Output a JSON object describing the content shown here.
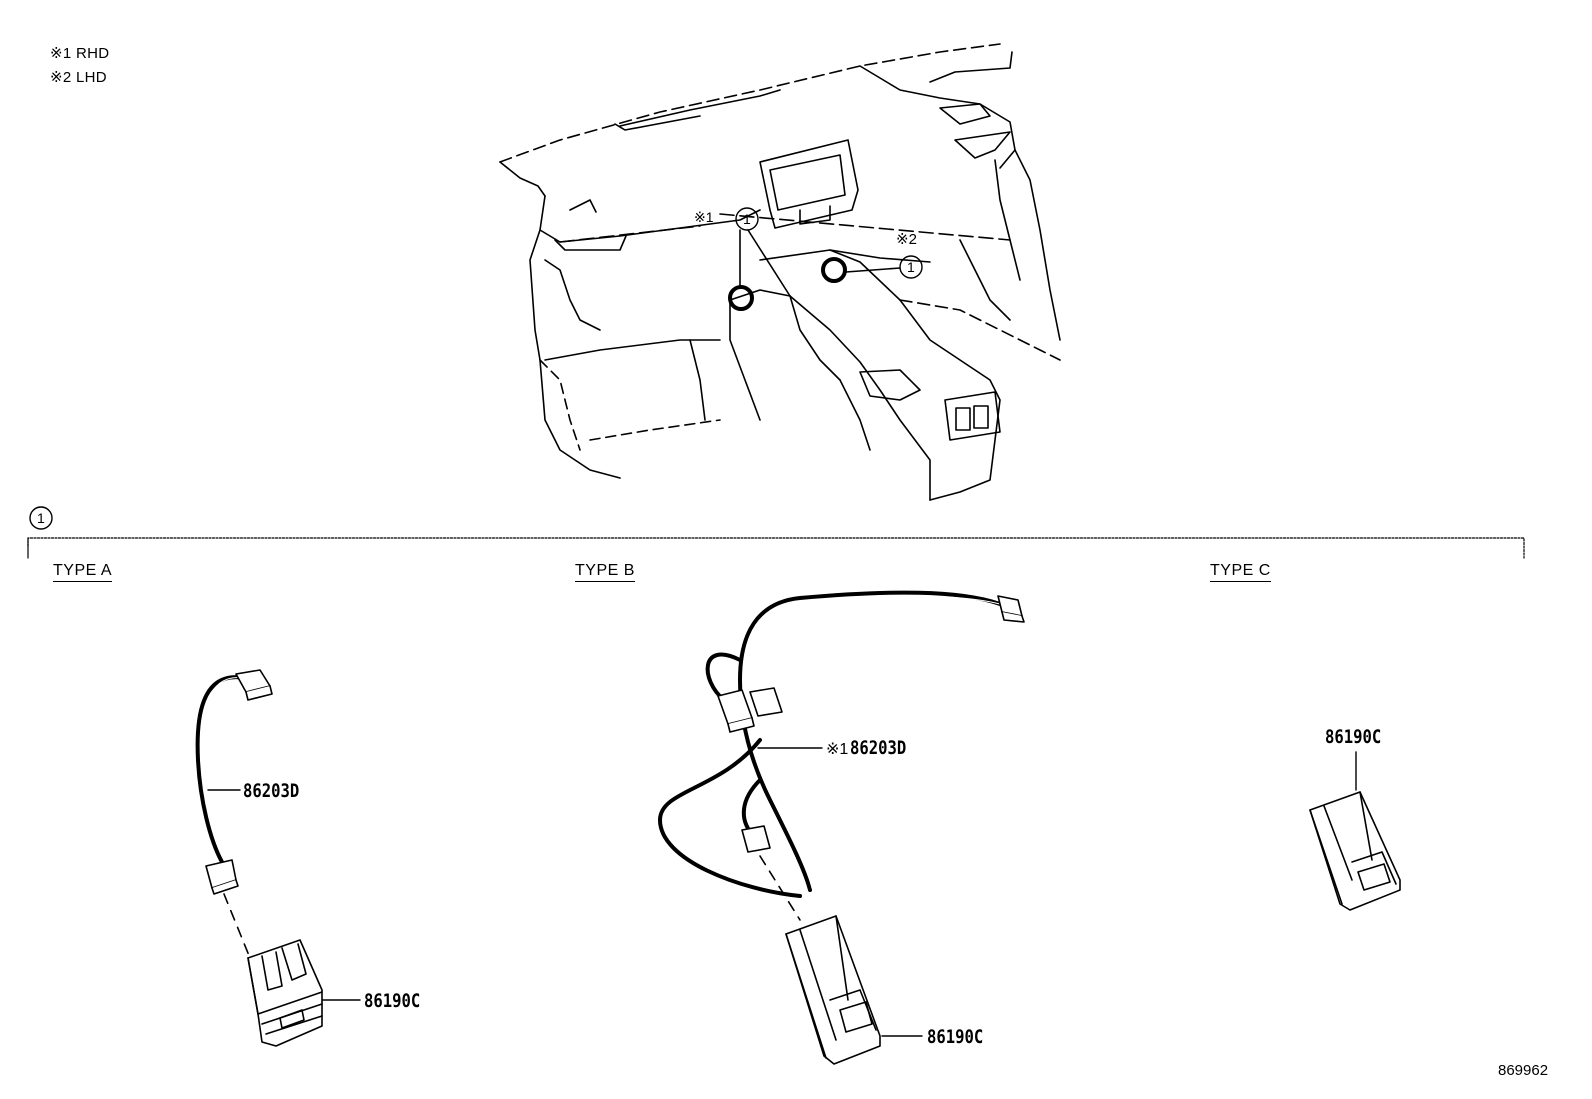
{
  "legend": {
    "note1": "※1 RHD",
    "note2": "※2 LHD"
  },
  "overview": {
    "note1_mark": "※1",
    "note2_mark": "※2",
    "callout_number": "1"
  },
  "section": {
    "callout_number": "1"
  },
  "types": [
    {
      "heading": "TYPE A",
      "parts": [
        "86203D",
        "86190C"
      ]
    },
    {
      "heading": "TYPE B",
      "note_mark": "※1",
      "parts": [
        "86203D",
        "86190C"
      ]
    },
    {
      "heading": "TYPE C",
      "parts": [
        "86190C"
      ]
    }
  ],
  "illustration_id": "869962"
}
